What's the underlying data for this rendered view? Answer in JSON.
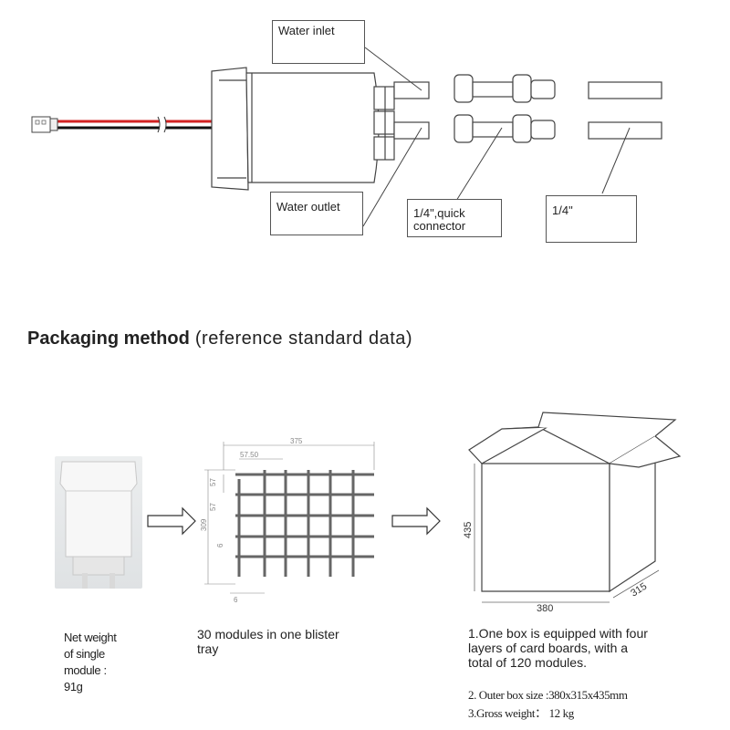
{
  "diagram": {
    "labels": {
      "water_inlet": "Water inlet",
      "water_outlet": "Water outlet",
      "quick_connector_line1": "1/4\",quick",
      "quick_connector_line2": "connector",
      "tube_size": "1/4\""
    }
  },
  "packaging": {
    "title_bold": "Packaging method",
    "title_light": " (reference standard data)",
    "tray_dimensions": {
      "width": "375",
      "pitch_x": "57.50",
      "pitch_y": "57",
      "pitch_y2": "57",
      "height": "309",
      "margin": "6",
      "offset": "6"
    },
    "box_dimensions": {
      "height": "435",
      "width": "380",
      "depth": "315"
    },
    "single_module": {
      "line1": "Net weight",
      "line2": "of single",
      "line3": "module :",
      "line4": "91g"
    },
    "tray_caption": {
      "line1": "30 modules in one blister",
      "line2": "tray"
    },
    "box_caption": {
      "line1": "1.One box is equipped with four",
      "line2": "layers of card boards, with a",
      "line3": "total of 120 modules.",
      "line4": "2. Outer box size :380x315x435mm",
      "line5": "3.Gross weight： 12 kg"
    }
  },
  "colors": {
    "line": "#444444",
    "cable_red": "#d22222",
    "cable_black": "#111111"
  }
}
